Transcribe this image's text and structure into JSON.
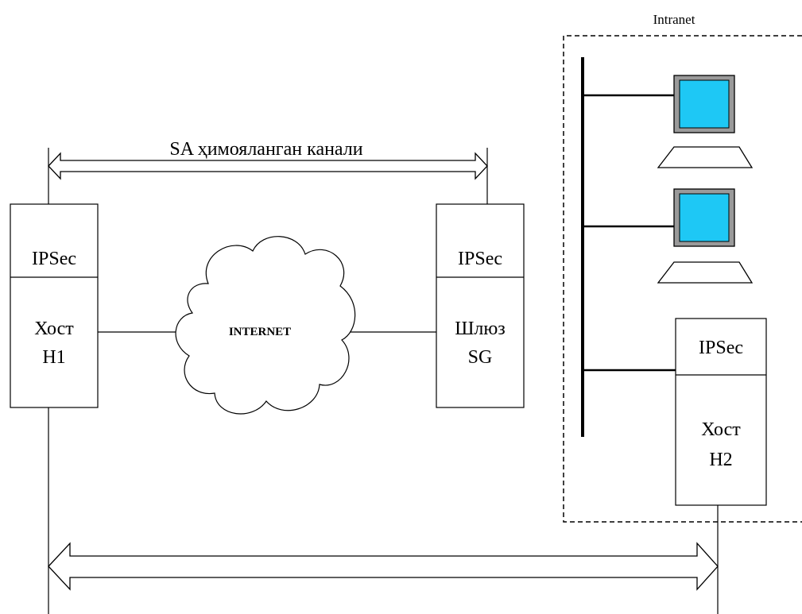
{
  "intranet_label": "Intranet",
  "channel_label": "SA ҳимояланган канали",
  "cloud_label": "INTERNET",
  "h1": {
    "protocol": "IPSec",
    "line1": "Хост",
    "line2": "H1"
  },
  "sg": {
    "protocol": "IPSec",
    "line1": "Шлюз",
    "line2": "SG"
  },
  "h2": {
    "protocol": "IPSec",
    "line1": "Хост",
    "line2": "H2"
  },
  "colors": {
    "monitor_screen": "#1ec8f5",
    "monitor_bezel": "#9a9a9a",
    "stroke": "#000000"
  }
}
